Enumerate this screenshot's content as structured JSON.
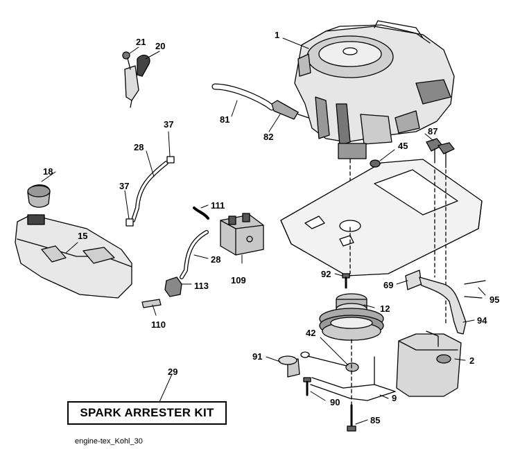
{
  "parts": {
    "p1": "1",
    "p2": "2",
    "p9": "9",
    "p12": "12",
    "p15": "15",
    "p18": "18",
    "p20": "20",
    "p21": "21",
    "p28a": "28",
    "p28b": "28",
    "p29": "29",
    "p37a": "37",
    "p37b": "37",
    "p42": "42",
    "p45": "45",
    "p69": "69",
    "p81": "81",
    "p82": "82",
    "p85": "85",
    "p87": "87",
    "p90": "90",
    "p91": "91",
    "p92": "92",
    "p94": "94",
    "p95": "95",
    "p109": "109",
    "p110": "110",
    "p111": "111",
    "p113": "113"
  },
  "kit_label": "SPARK ARRESTER KIT",
  "caption": "engine-tex_Kohl_30"
}
